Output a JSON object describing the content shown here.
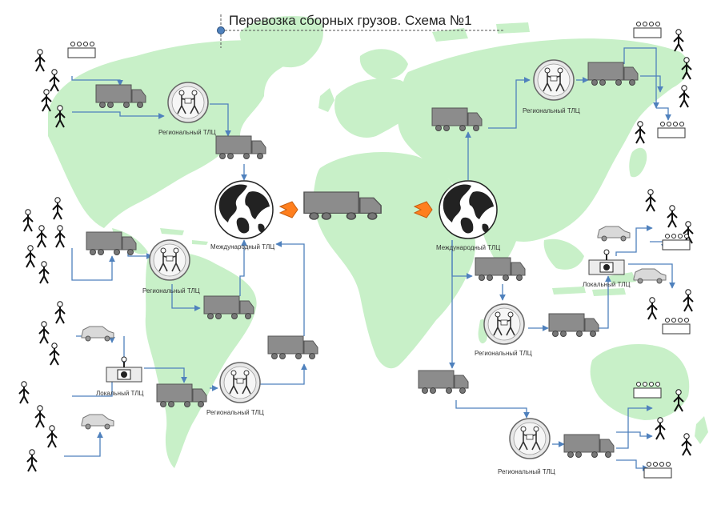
{
  "title": "Перевозка сборных грузов. Схема №1",
  "colors": {
    "land": "#c8f0c8",
    "arrow": "#4f81bd",
    "truck": "#8c8c8c",
    "big_arrow": "#ff7f1e"
  },
  "labels": {
    "regional": "Региональный ТЛЦ",
    "international": "Международный ТЛЦ",
    "local": "Локальный ТЛЦ"
  }
}
